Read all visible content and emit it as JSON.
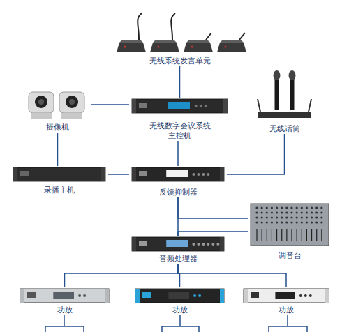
{
  "diagram": {
    "nodes": [
      {
        "text": [
          "无线系统发言单元"
        ]
      },
      {
        "text": [
          "无线数字会议系统 主控机"
        ]
      },
      {
        "text": [
          "摄像机"
        ]
      },
      {
        "text": [
          "无线话筒"
        ]
      },
      {
        "text": [
          "录播主机"
        ]
      },
      {
        "text": [
          "反馈抑制器"
        ]
      },
      {
        "text": [
          "调音台"
        ]
      },
      {
        "text": [
          "音频处理器"
        ]
      },
      {
        "text": [
          "功放"
        ]
      },
      {
        "text": [
          "功放"
        ]
      },
      {
        "text": [
          "功放"
        ]
      }
    ],
    "edges": [
      {
        "from": 0,
        "to": 1,
        "arrow": "none"
      },
      {
        "from": 2,
        "to": 1,
        "arrow": "none"
      },
      {
        "from": 2,
        "to": 4,
        "arrow": "none"
      },
      {
        "from": 1,
        "to": 5,
        "arrow": "none"
      },
      {
        "from": 3,
        "to": 5,
        "arrow": "none"
      },
      {
        "from": 4,
        "to": 5,
        "arrow": "none"
      },
      {
        "from": 5,
        "to": 7,
        "arrow": "none"
      },
      {
        "from": 5,
        "to": 6,
        "arrow": "none"
      },
      {
        "from": 6,
        "to": 7,
        "arrow": "none"
      },
      {
        "from": 7,
        "to": 8,
        "arrow": "none"
      },
      {
        "from": 7,
        "to": 9,
        "arrow": "none"
      },
      {
        "from": 7,
        "to": 10,
        "arrow": "none"
      }
    ]
  }
}
